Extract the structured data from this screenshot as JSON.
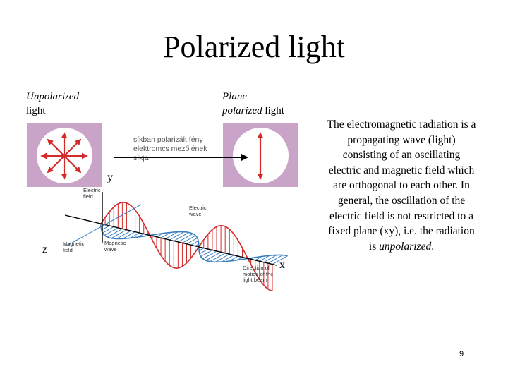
{
  "slide": {
    "title": "Polarized light",
    "page_number": "9"
  },
  "labels": {
    "unpolarized_word": "Unpolarized",
    "unpolarized_light": "light",
    "plane_word": "Plane",
    "polarized_word": "polarized",
    "polarized_light": " light"
  },
  "hungarian_caption": {
    "line1": "síkban polarizált fény",
    "line2": "elektromcs mezőjének",
    "line3": "síkja"
  },
  "axes": {
    "y": "y",
    "z": "z",
    "x": "x"
  },
  "wave_labels": {
    "electric_field": [
      "Electric",
      "field"
    ],
    "electric_wave": [
      "Electric",
      "wave"
    ],
    "magnetic_field": [
      "Magnetic",
      "field"
    ],
    "magnetic_wave": [
      "Magnetic",
      "wave"
    ],
    "direction": [
      "Direction of",
      "motion of the",
      "light beam"
    ]
  },
  "description": {
    "main": "The electromagnetic radiation is a propagating wave (light) consisting of an oscillating electric and magnetic field which are orthogonal to each other. In general, the oscillation of the electric field is not restricted to a fixed plane (xy), i.e. the radiation is ",
    "emph": "unpolarized",
    "end": "."
  },
  "colors": {
    "panel": "#c9a4c8",
    "electric": "#d42a2a",
    "magnetic": "#3a7fc0",
    "axis": "#000000"
  }
}
